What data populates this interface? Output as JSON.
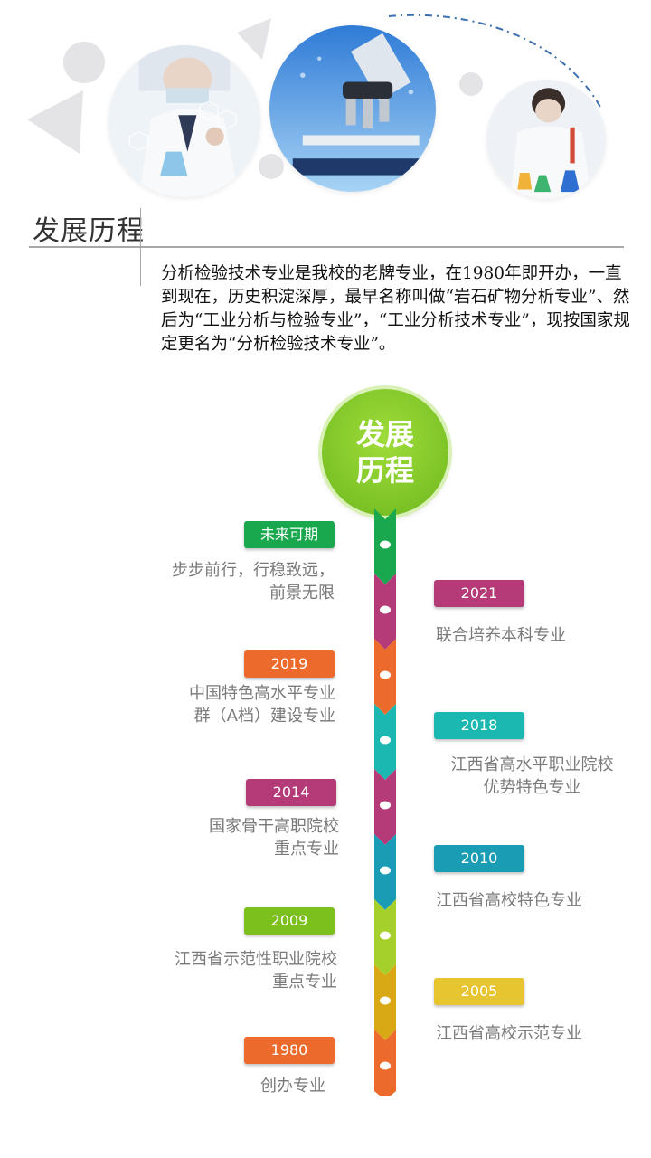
{
  "section": {
    "title": "发展历程",
    "intro": "分析检验技术专业是我校的老牌专业，在1980年即开办，一直到现在，历史积淀深厚，最早名称叫做“岩石矿物分析专业”、然后为“工业分析与检验专业”，“工业分析技术专业”，现按国家规定更名为“分析检验技术专业”。"
  },
  "hub": {
    "line1": "发展",
    "line2": "历程"
  },
  "timeline": [
    {
      "label": "未来可期",
      "desc_line1": "步步前行，行稳致远，",
      "desc_line2": "前景无限",
      "side": "left",
      "color": "#1aa84e"
    },
    {
      "label": "2021",
      "desc_line1": "联合培养本科专业",
      "desc_line2": "",
      "side": "right",
      "color": "#b43b78"
    },
    {
      "label": "2019",
      "desc_line1": "中国特色高水平专业",
      "desc_line2": "群（A档）建设专业",
      "side": "left",
      "color": "#ec6a2c"
    },
    {
      "label": "2018",
      "desc_line1": "江西省高水平职业院校",
      "desc_line2": "优势特色专业",
      "side": "right",
      "color": "#1ab8b0"
    },
    {
      "label": "2014",
      "desc_line1": "国家骨干高职院校",
      "desc_line2": "重点专业",
      "side": "left",
      "color": "#b43b78"
    },
    {
      "label": "2010",
      "desc_line1": "江西省高校特色专业",
      "desc_line2": "",
      "side": "right",
      "color": "#1b9cb5"
    },
    {
      "label": "2009",
      "desc_line1": "江西省示范性职业院校",
      "desc_line2": "重点专业",
      "side": "left",
      "color": "#7cc01e"
    },
    {
      "label": "2005",
      "desc_line1": "江西省高校示范专业",
      "desc_line2": "",
      "side": "right",
      "color": "#e7c530"
    },
    {
      "label": "1980",
      "desc_line1": "创办专业",
      "desc_line2": "",
      "side": "left",
      "color": "#ec6a2c"
    }
  ],
  "segment_colors": [
    "#1aa84e",
    "#b43b78",
    "#ec6a2c",
    "#1ab8b0",
    "#b43b78",
    "#1b9cb5",
    "#a5cf2a",
    "#d8a914",
    "#ec6a2c"
  ]
}
